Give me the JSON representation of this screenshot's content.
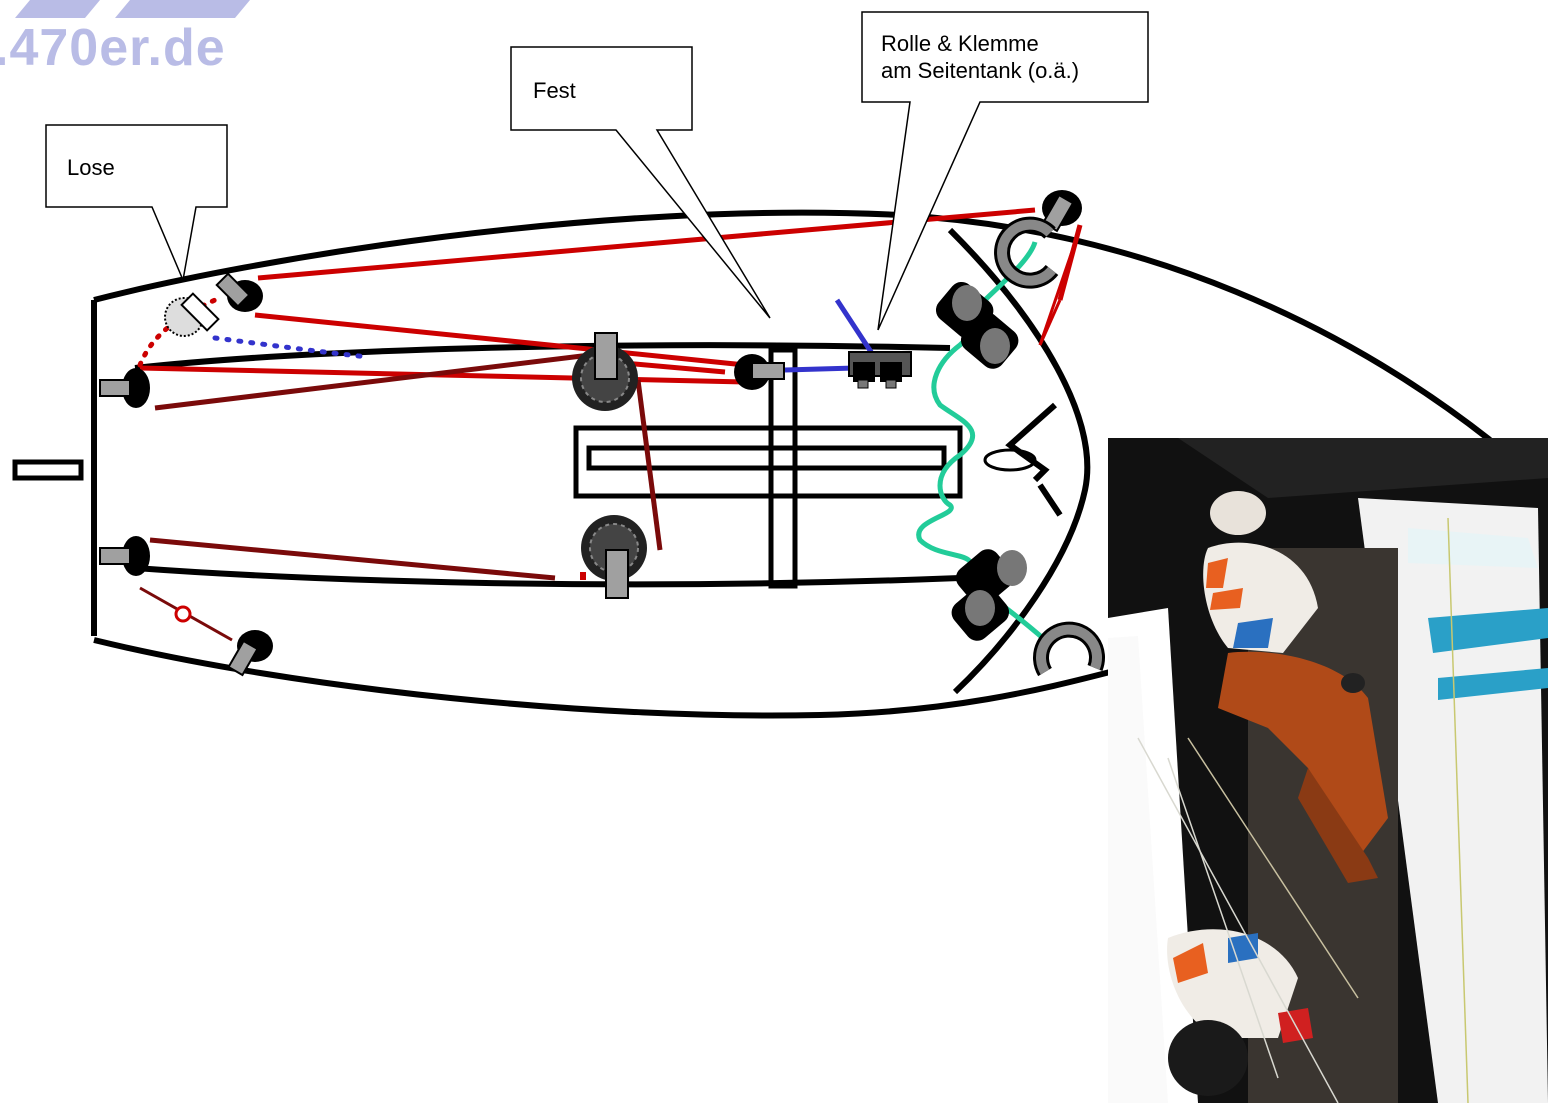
{
  "logo": {
    "text": ".470er.de",
    "color": "#b9bce6"
  },
  "callouts": {
    "lose": "Lose",
    "fest": "Fest",
    "rolle_line1": "Rolle & Klemme",
    "rolle_line2": "am Seitentank (o.ä.)"
  },
  "colors": {
    "hull": "#000000",
    "red_line": "#cc0000",
    "darkred_line": "#7a0a0a",
    "blue_line": "#3333cc",
    "green_line": "#22cc99",
    "fitting_grey": "#a0a0a0",
    "block_grey": "#777777"
  },
  "photo": {
    "subject": "two sailors in orange-white-blue gear in a dinghy cockpit"
  }
}
